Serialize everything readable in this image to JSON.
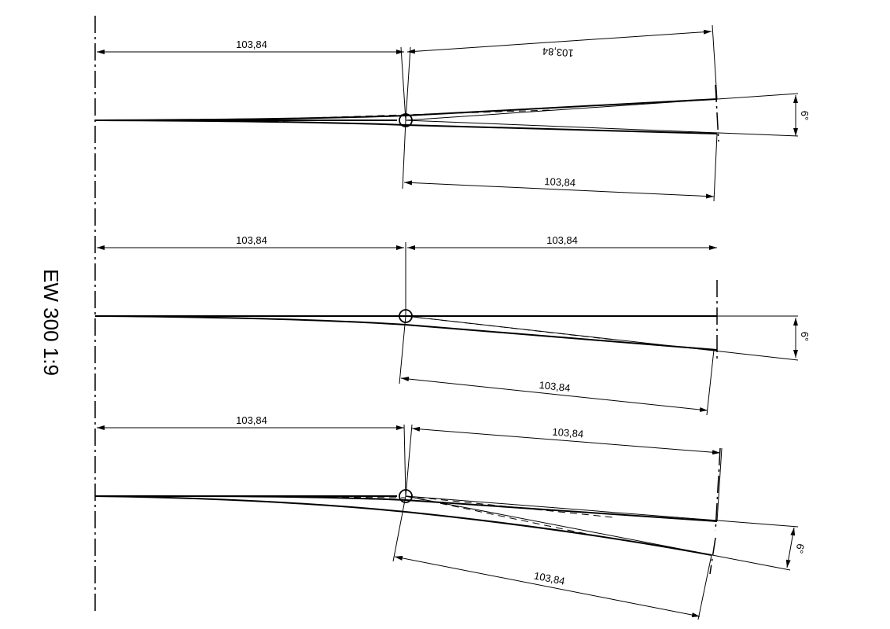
{
  "title": "EW 300 1:9",
  "diagrams": [
    {
      "name": "symmetrical-turnout",
      "dims": {
        "straight_in": "103,84",
        "branch_upper": "103,84",
        "branch_lower": "103,84"
      },
      "angle": "6°"
    },
    {
      "name": "right-turnout",
      "dims": {
        "straight_in": "103,84",
        "straight_out": "103,84",
        "branch": "103,84"
      },
      "angle": "6°"
    },
    {
      "name": "curved-turnout",
      "dims": {
        "straight_in": "103,84",
        "branch_upper": "103,84",
        "branch_lower": "103,84"
      },
      "angle": "6°"
    }
  ]
}
